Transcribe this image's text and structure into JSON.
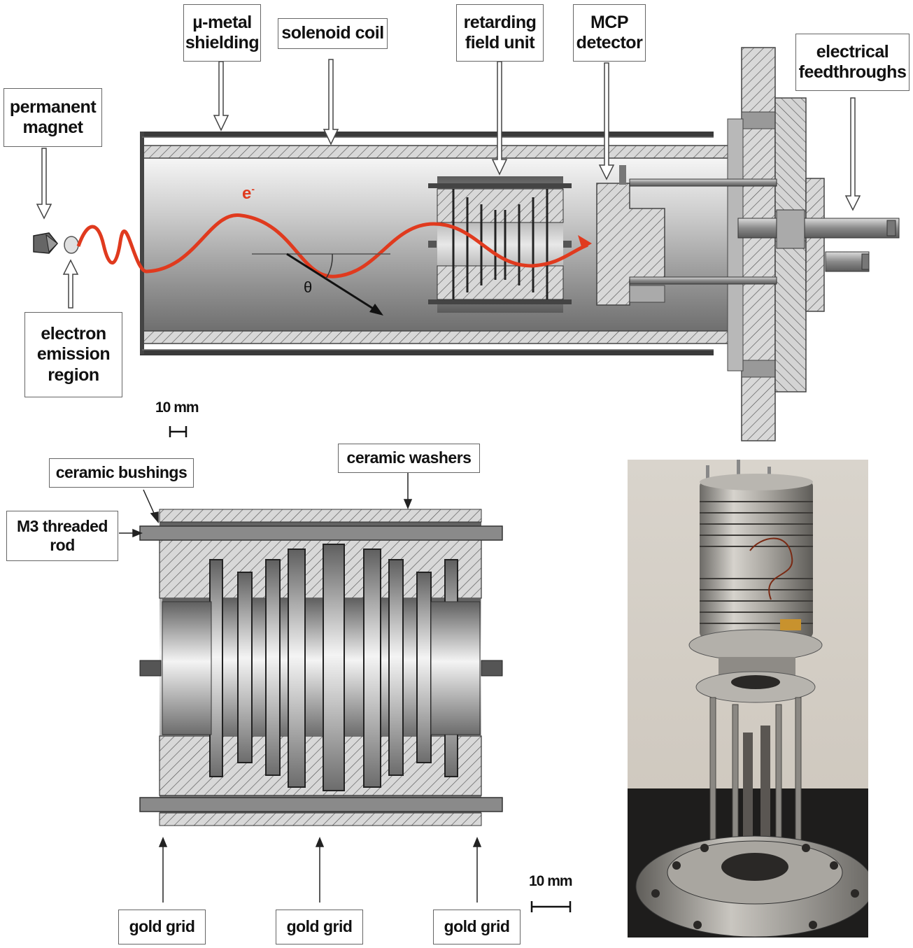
{
  "labels": {
    "mu_metal": [
      "µ-metal",
      "shielding"
    ],
    "solenoid": "solenoid coil",
    "retarding": [
      "retarding",
      "field unit"
    ],
    "mcp": [
      "MCP",
      "detector"
    ],
    "feedthroughs": [
      "electrical",
      "feedthroughs"
    ],
    "magnet": [
      "permanent",
      "magnet"
    ],
    "emission": [
      "electron",
      "emission",
      "region"
    ],
    "ceramic_bushings": "ceramic bushings",
    "ceramic_washers": "ceramic washers",
    "threaded_rod": [
      "M3 threaded",
      "rod"
    ],
    "gold_grid_left": "gold grid",
    "gold_grid_center": "gold grid",
    "gold_grid_right": "gold grid"
  },
  "symbols": {
    "electron": "e",
    "electron_sup": "-",
    "angle": "θ"
  },
  "scale_bars": {
    "top": "10 mm",
    "bottom": "10 mm"
  },
  "colors": {
    "trajectory": "#e03a1e",
    "metal_dark": "#4a4a4a",
    "metal_mid": "#9a9a9a",
    "hatch": "#555555"
  }
}
